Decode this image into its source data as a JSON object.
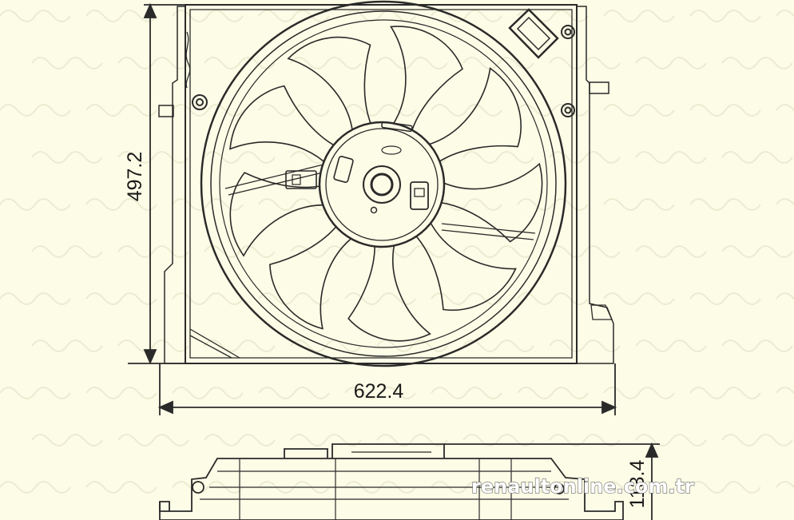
{
  "dimensions": {
    "height": "497.2",
    "width": "622.4",
    "depth": "113.4"
  },
  "watermark_site": "renaultonline.com.tr",
  "colors": {
    "background": "#fdfce6",
    "line": "#2a2a2a",
    "watermark": "#ecebd2"
  },
  "diagram": {
    "blade_count": 9
  }
}
